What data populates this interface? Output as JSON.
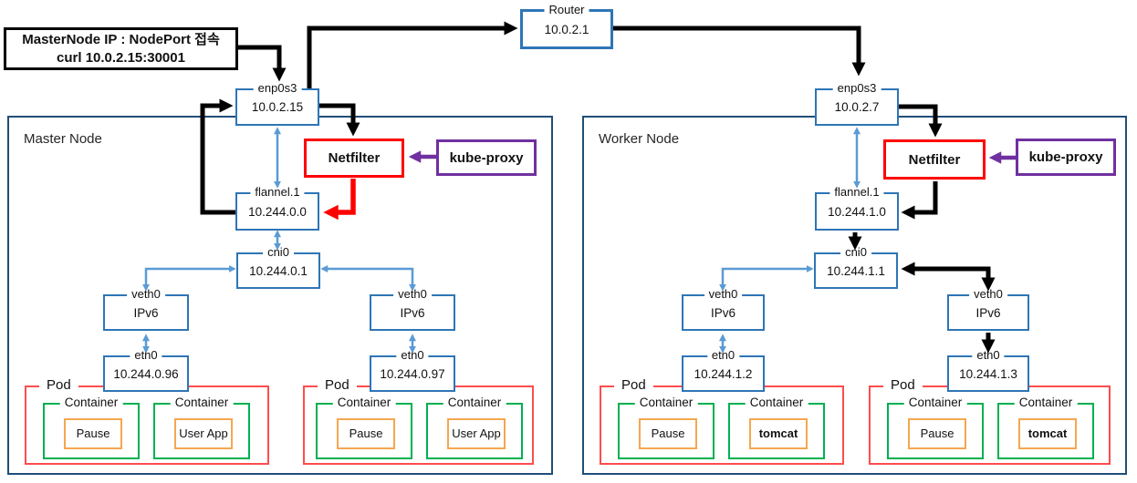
{
  "colors": {
    "box_blue": "#2E75B6",
    "node_border_navy": "#1F4E79",
    "light_blue_arrow": "#5B9BD5",
    "black_arrow": "#000000",
    "netfilter_red": "#FF0000",
    "pod_red": "#FF4C4C",
    "container_green": "#00B050",
    "app_orange": "#F5A750",
    "kube_proxy_purple": "#7030A0"
  },
  "callout": {
    "line1": "MasterNode IP : NodePort 접속",
    "line2": "curl 10.0.2.15:30001"
  },
  "router": {
    "label": "Router",
    "ip": "10.0.2.1"
  },
  "master": {
    "title": "Master Node",
    "enp0s3": {
      "label": "enp0s3",
      "ip": "10.0.2.15"
    },
    "netfilter_label": "Netfilter",
    "kube_proxy_label": "kube-proxy",
    "flannel": {
      "label": "flannel.1",
      "ip": "10.244.0.0"
    },
    "cni0": {
      "label": "cni0",
      "ip": "10.244.0.1"
    },
    "veth_left": {
      "label": "veth0",
      "ip": "IPv6"
    },
    "veth_right": {
      "label": "veth0",
      "ip": "IPv6"
    },
    "eth_left": {
      "label": "eth0",
      "ip": "10.244.0.96"
    },
    "eth_right": {
      "label": "eth0",
      "ip": "10.244.0.97"
    },
    "pods": [
      {
        "label": "Pod",
        "containers": [
          {
            "label": "Container",
            "app": "Pause"
          },
          {
            "label": "Container",
            "app": "User App"
          }
        ]
      },
      {
        "label": "Pod",
        "containers": [
          {
            "label": "Container",
            "app": "Pause"
          },
          {
            "label": "Container",
            "app": "User App"
          }
        ]
      }
    ]
  },
  "worker": {
    "title": "Worker Node",
    "enp0s3": {
      "label": "enp0s3",
      "ip": "10.0.2.7"
    },
    "netfilter_label": "Netfilter",
    "kube_proxy_label": "kube-proxy",
    "flannel": {
      "label": "flannel.1",
      "ip": "10.244.1.0"
    },
    "cni0": {
      "label": "cni0",
      "ip": "10.244.1.1"
    },
    "veth_left": {
      "label": "veth0",
      "ip": "IPv6"
    },
    "veth_right": {
      "label": "veth0",
      "ip": "IPv6"
    },
    "eth_left": {
      "label": "eth0",
      "ip": "10.244.1.2"
    },
    "eth_right": {
      "label": "eth0",
      "ip": "10.244.1.3"
    },
    "pods": [
      {
        "label": "Pod",
        "containers": [
          {
            "label": "Container",
            "app": "Pause"
          },
          {
            "label": "Container",
            "app": "tomcat"
          }
        ]
      },
      {
        "label": "Pod",
        "containers": [
          {
            "label": "Container",
            "app": "Pause"
          },
          {
            "label": "Container",
            "app": "tomcat"
          }
        ]
      }
    ]
  }
}
